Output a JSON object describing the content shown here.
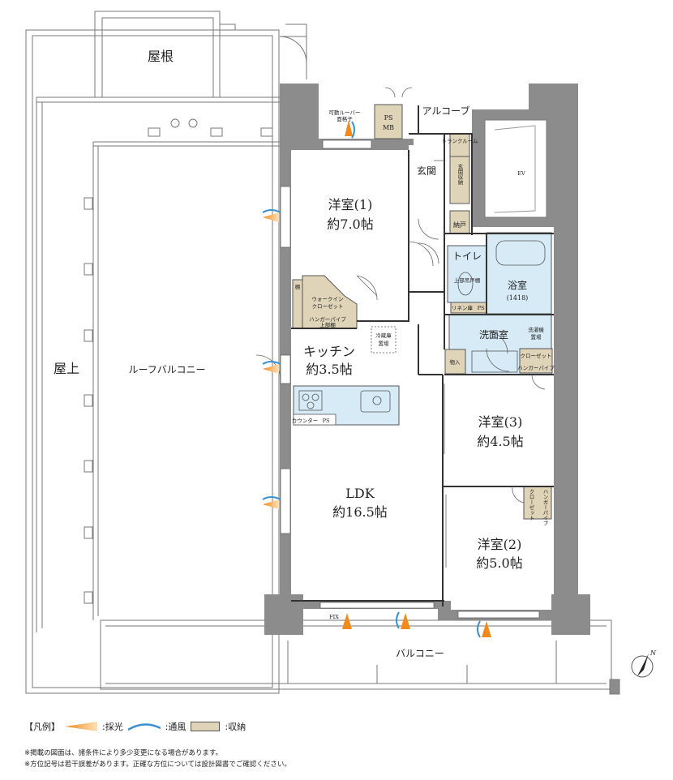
{
  "rooms": {
    "roof": "屋根",
    "rooftop": "屋上",
    "roof_balcony": "ルーフバルコニー",
    "alcove": "アルコーブ",
    "entrance": "玄関",
    "entrance_storage": "玄関収納",
    "trunk_room": "トランクルーム",
    "ev": "EV",
    "ps_mb_1": "PS",
    "ps_mb_2": "MB",
    "louver_1": "可動ルーバー",
    "louver_2": "面格子",
    "western1_name": "洋室(1)",
    "western1_size": "約7.0帖",
    "walkin_1": "ウォークイン",
    "walkin_2": "クローゼット",
    "shelf": "棚",
    "hanger_shelf_1": "ハンガーパイプ",
    "hanger_shelf_2": "上部棚",
    "pantry": "納戸",
    "toilet": "トイレ",
    "upper_cabinet": "上部吊戸棚",
    "bath_name": "浴室",
    "bath_size": "(1418)",
    "linen": "リネン庫",
    "ps_small": "PS",
    "fridge_1": "冷蔵庫",
    "fridge_2": "置場",
    "kitchen_name": "キッチン",
    "kitchen_size": "約3.5帖",
    "counter": "カウンター",
    "ps_counter": "PS",
    "washroom": "洗面室",
    "washer_1": "洗濯機",
    "washer_2": "置場",
    "storage": "物入",
    "closet": "クローゼット",
    "hanger_pipe": "ハンガーパイプ",
    "western3_name": "洋室(3)",
    "western3_size": "約4.5帖",
    "ldk_name": "LDK",
    "ldk_size": "約16.5帖",
    "western2_name": "洋室(2)",
    "western2_size": "約5.0帖",
    "closet_v": "クローゼット",
    "hanger_v": "ハンガーパイプ",
    "fix": "FIX",
    "balcony": "バルコニー",
    "north": "N"
  },
  "legend": {
    "title": "【凡例】",
    "light": ":採光",
    "wind": ":通風",
    "storage": ":収納"
  },
  "notes": {
    "n1": "※掲載の図面は、諸条件により多少変更になる場合があります。",
    "n2": "※方位記号は若干誤差があります。正確な方位については設計図書でご確認ください。"
  },
  "colors": {
    "wall": "#8c8c8c",
    "storage": "#dfd4b8",
    "water": "#d7ebf7",
    "light_arrow": "#f08a1c",
    "wind_arrow": "#3a8fd0"
  }
}
